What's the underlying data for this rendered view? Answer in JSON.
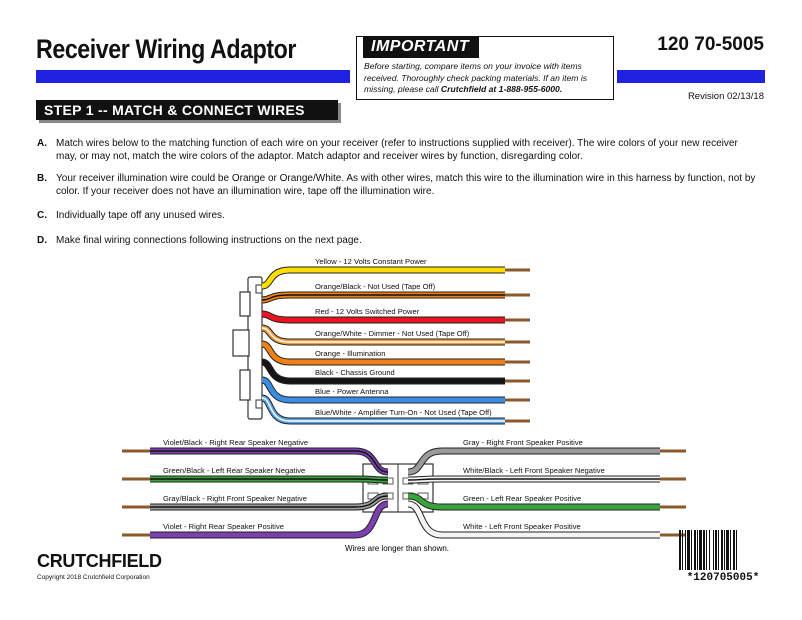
{
  "header": {
    "title": "Receiver Wiring Adaptor",
    "part_number": "120 70-5005",
    "revision": "Revision 02/13/18"
  },
  "important": {
    "label": "IMPORTANT",
    "text": "Before starting, compare items on your invoice with items received.  Thoroughly check packing materials.  If an item is missing, please call ",
    "phone_text": "Crutchfield at 1-888-955-6000."
  },
  "step1": {
    "title": "STEP 1 -- MATCH & CONNECT WIRES",
    "items": [
      {
        "letter": "A.",
        "text": "Match wires below to the matching function of each wire on your receiver (refer to instructions supplied with receiver).  The wire colors of your new receiver may, or may not, match the wire colors of the adaptor.  Match adaptor and receiver wires by function, disregarding color."
      },
      {
        "letter": "B.",
        "text": "Your receiver illumination wire could be Orange or Orange/White.  As with other wires, match this wire to the illumination wire in this harness by function, not by color.  If your receiver does not have an illumination wire, tape off the illumination wire."
      },
      {
        "letter": "C.",
        "text": "Individually tape off any unused wires."
      },
      {
        "letter": "D.",
        "text": "Make final wiring connections following instructions on the next page."
      }
    ]
  },
  "diagram": {
    "top_wires": [
      {
        "label": "Yellow - 12 Volts Constant Power",
        "color": "#ffdd00",
        "stripe": null
      },
      {
        "label": "Orange/Black - Not Used (Tape Off)",
        "color": "#f07f1a",
        "stripe": "#111111"
      },
      {
        "label": "Red - 12 Volts Switched Power",
        "color": "#e8141e",
        "stripe": null
      },
      {
        "label": "Orange/White - Dimmer - Not Used (Tape Off)",
        "color": "#f59a3a",
        "stripe": "#ffffff"
      },
      {
        "label": "Orange - Illumination",
        "color": "#f07f1a",
        "stripe": null
      },
      {
        "label": "Black - Chassis Ground",
        "color": "#151515",
        "stripe": null
      },
      {
        "label": "Blue - Power Antenna",
        "color": "#3a8de0",
        "stripe": null
      },
      {
        "label": "Blue/White - Amplifier Turn-On - Not Used (Tape Off)",
        "color": "#5aa2e6",
        "stripe": "#ffffff"
      }
    ],
    "left_wires": [
      {
        "label": "Violet/Black - Right Rear Speaker Negative",
        "color": "#7b3fb0",
        "stripe": "#111111"
      },
      {
        "label": "Green/Black - Left Rear Speaker Negative",
        "color": "#3aa43c",
        "stripe": "#111111"
      },
      {
        "label": "Gray/Black - Right Front Speaker Negative",
        "color": "#9a9a9a",
        "stripe": "#111111"
      },
      {
        "label": "Violet - Right Rear Speaker Positive",
        "color": "#7b3fb0",
        "stripe": null
      }
    ],
    "right_wires": [
      {
        "label": "Gray - Right Front Speaker Positive",
        "color": "#9a9a9a",
        "stripe": null
      },
      {
        "label": "White/Black - Left Front Speaker Negative",
        "color": "#f4f4f4",
        "stripe": "#111111"
      },
      {
        "label": "Green - Left Rear Speaker Positive",
        "color": "#3aa43c",
        "stripe": null
      },
      {
        "label": "White - Left Front Speaker Positive",
        "color": "#f4f4f4",
        "stripe": null
      }
    ],
    "note": "Wires are longer than shown."
  },
  "footer": {
    "logo": "CRUTCHFIELD",
    "copyright": "Copyright 2018  Crutchfield Corporation",
    "barcode_text": "*120705005*"
  }
}
